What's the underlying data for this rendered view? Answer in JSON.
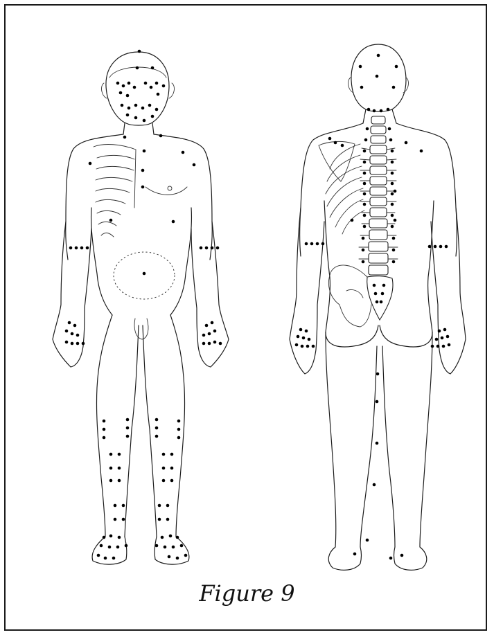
{
  "figure": {
    "caption": "Figure 9",
    "views": [
      "front-view",
      "back-view"
    ]
  },
  "colors": {
    "line": "#1c1c1c",
    "point": "#000000",
    "background": "#ffffff"
  }
}
